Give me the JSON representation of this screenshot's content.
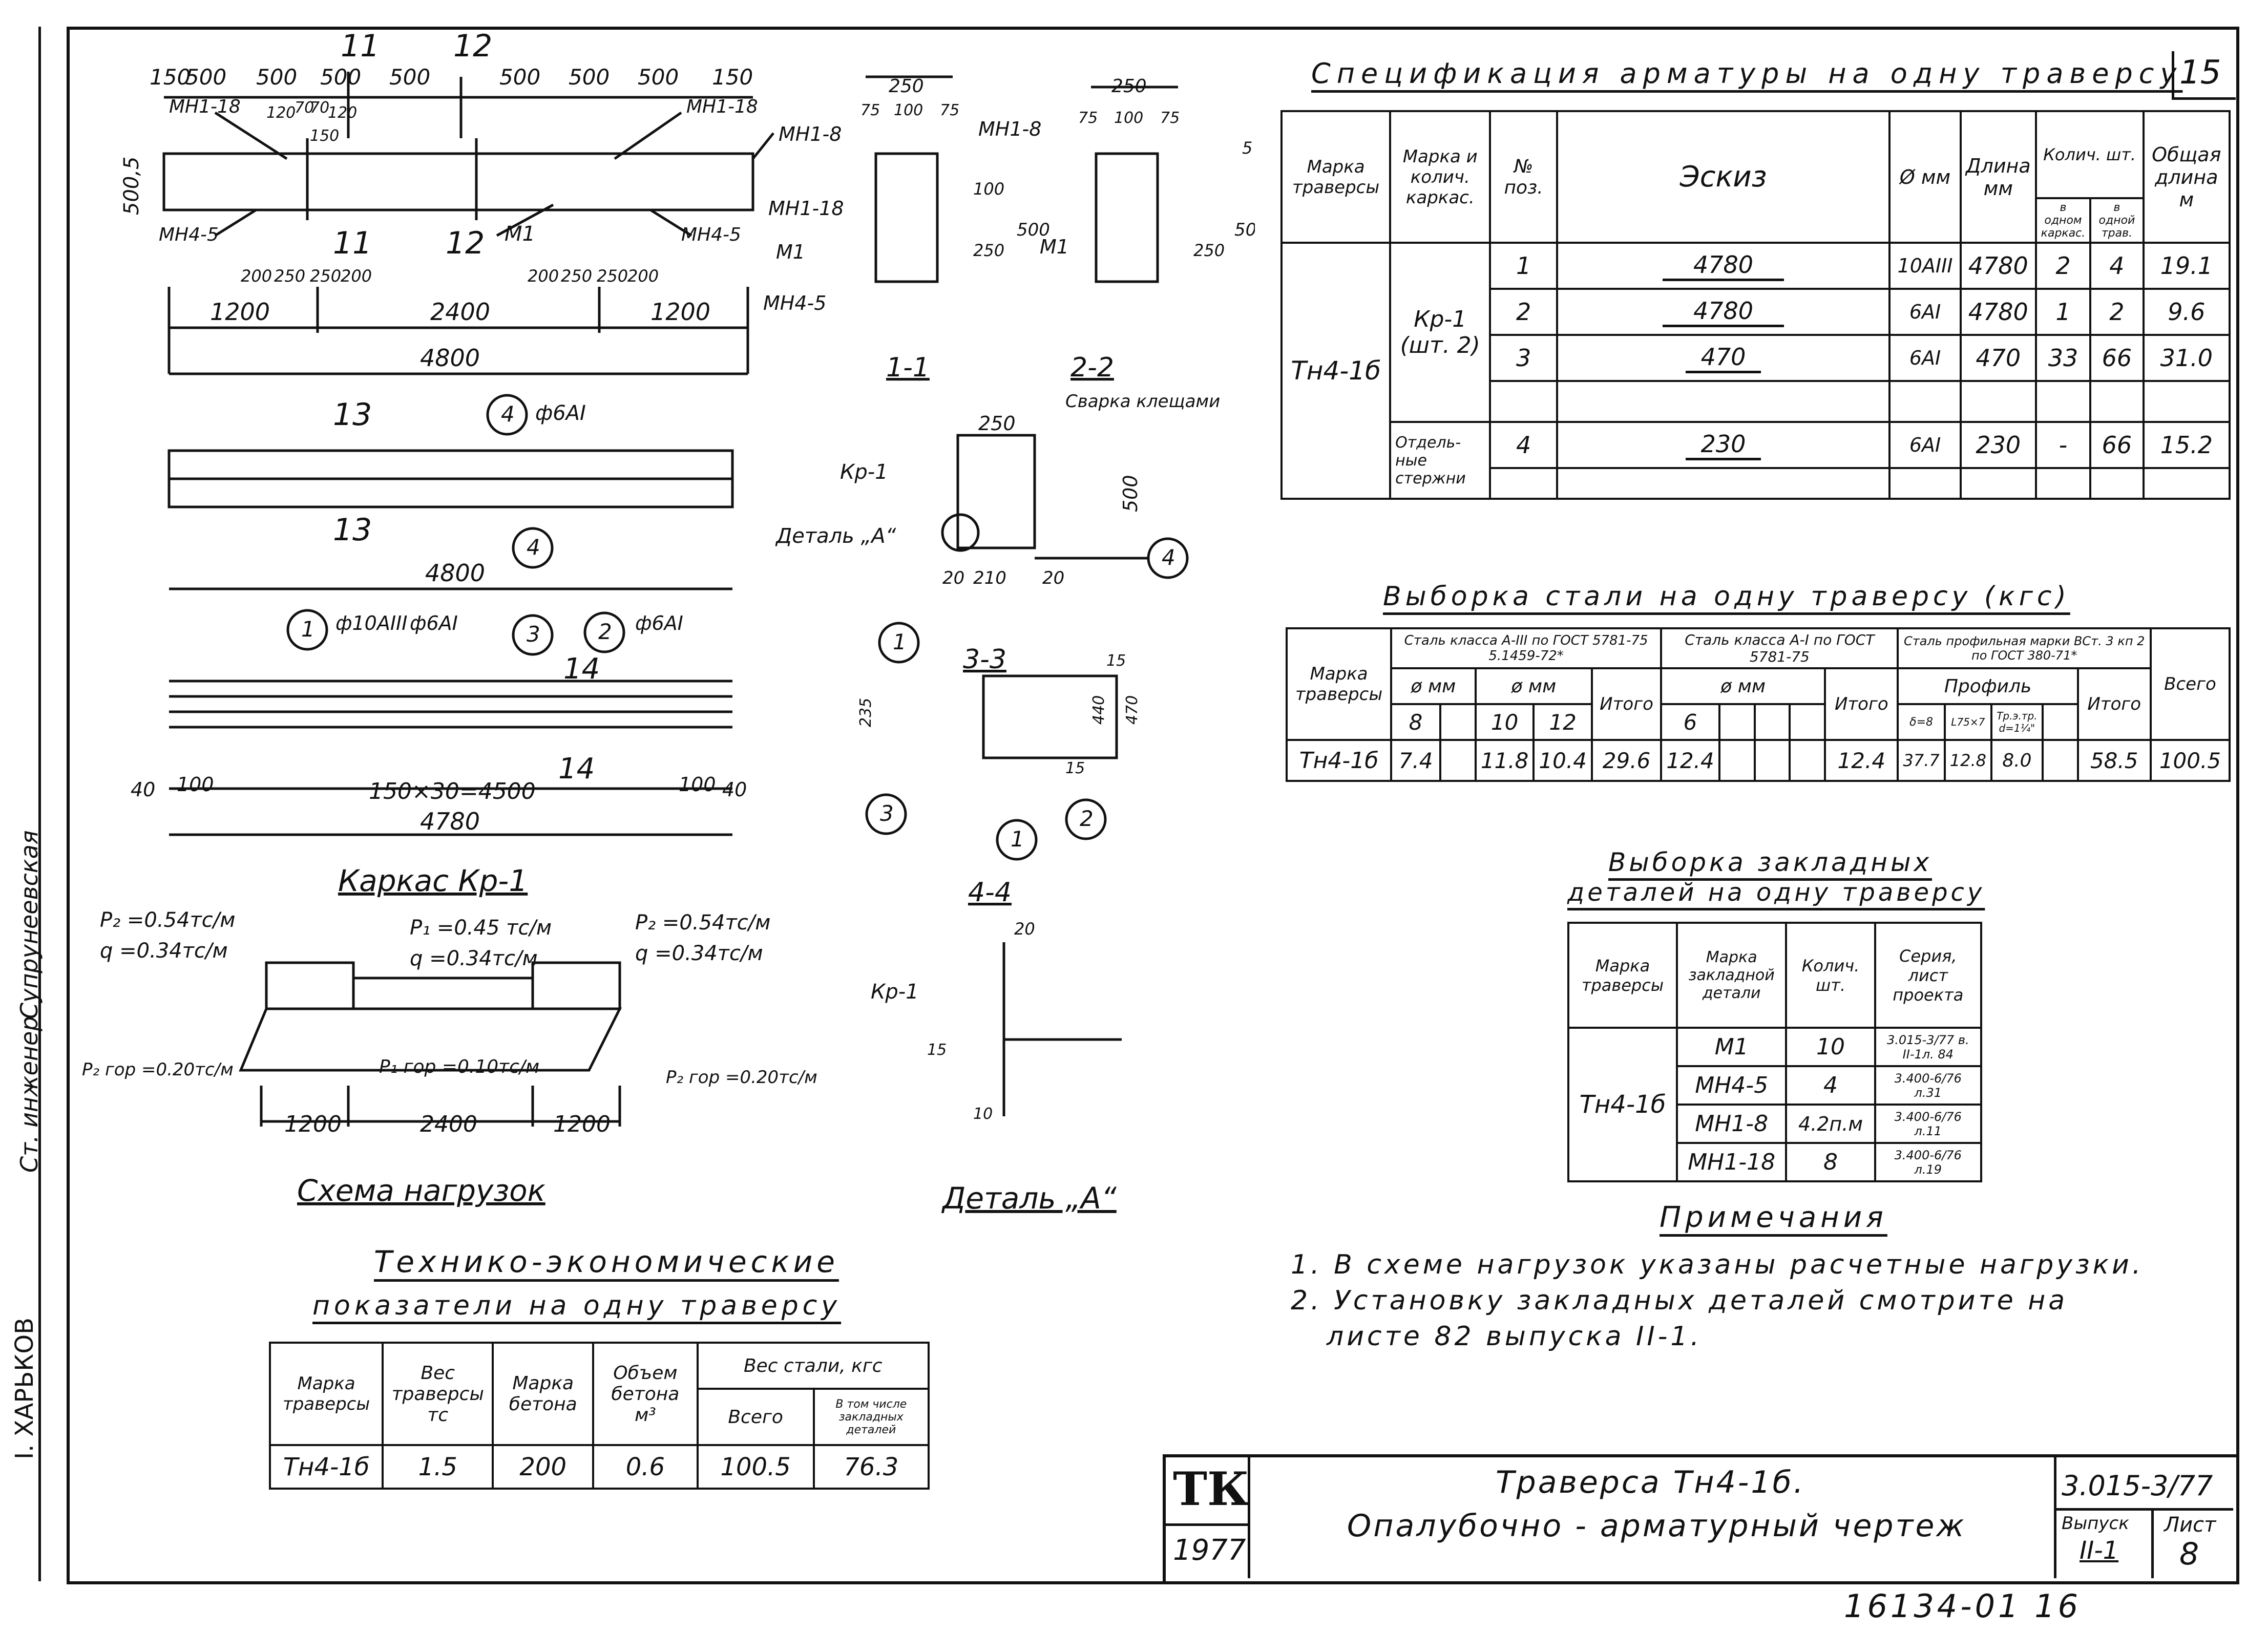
{
  "sheet": {
    "sheet_no_corner": "15",
    "archive_number": "16134-01 16",
    "left_margin": [
      "Ст. инженер",
      "Супрунеевская",
      "I. ХАРЬКОВ"
    ]
  },
  "drawings": {
    "top_dims": [
      "150",
      "500",
      "500",
      "500",
      "500",
      "500",
      "500",
      "500",
      "150"
    ],
    "top_small_dims": [
      "120",
      "70",
      "70",
      "120",
      "150"
    ],
    "section_labels": [
      "11",
      "12",
      "11",
      "12"
    ],
    "beam_labels": [
      "МН1-18",
      "МН1-18",
      "МН4-5",
      "МН4-5",
      "М1"
    ],
    "beam_bottom_small": [
      "200",
      "250",
      "250",
      "200",
      "200",
      "250",
      "250",
      "200"
    ],
    "beam_dims": [
      "1200",
      "2400",
      "1200",
      "4800"
    ],
    "beam_height": "500,5",
    "section_small": {
      "dims": [
        "250",
        "75",
        "100",
        "75"
      ],
      "labels": [
        "МН1-8",
        "МН1-18",
        "М1",
        "МН4-5"
      ],
      "heights": [
        "100",
        "250",
        "500"
      ]
    },
    "section_right": {
      "dims": [
        "250",
        "75",
        "100",
        "75"
      ],
      "labels": [
        "МН1-8",
        "М1"
      ],
      "heights": [
        "5",
        "250",
        "500"
      ]
    },
    "kr_frame": {
      "label13": "13",
      "bar4": "4",
      "diam": "ф6АI",
      "length": "4800"
    },
    "kr_rebars": {
      "bars": [
        "1",
        "3",
        "2"
      ],
      "diams": [
        "ф10АIII",
        "ф6АI",
        "ф6АI"
      ],
      "label14": "14",
      "dims": [
        "40",
        "100",
        "150×30=4500",
        "100",
        "40"
      ],
      "length": "4780"
    },
    "kr_title": "Каркас Кр-1",
    "loads": {
      "p2_left": "P₂ =0.54тс/м",
      "q_left": "q =0.34тс/м",
      "p1": "P₁ =0.45 тс/м",
      "q_mid": "q =0.34тс/м",
      "p2_right": "P₂ =0.54тс/м",
      "q_right": "q =0.34тс/м",
      "p2gor_left": "P₂ гор =0.20тс/м",
      "p1gor": "P₁ гор =0.10тс/м",
      "p2gor_right": "P₂ гор =0.20тс/м",
      "dims": [
        "1200",
        "2400",
        "1200"
      ],
      "title": "Схема нагрузок"
    },
    "sec11": {
      "title": "1-1",
      "label": "Кр-1",
      "detail": "Деталь „А“",
      "dims": [
        "20",
        "210",
        "20"
      ],
      "top": "250",
      "h": "500"
    },
    "sec22": {
      "title": "2-2",
      "weld": "Сварка клещами",
      "bar": "4"
    },
    "sec33": {
      "title": "3-3",
      "dims": [
        "15",
        "440",
        "470",
        "235",
        "15"
      ],
      "bars": [
        "1",
        "3",
        "1",
        "2"
      ]
    },
    "sec44": {
      "title": "4-4",
      "label": "Кр-1",
      "dims": [
        "20",
        "15",
        "10"
      ]
    },
    "detail_title": "Деталь „А“"
  },
  "spec": {
    "title": "Спецификация арматуры на одну траверсу",
    "headers": [
      "Марка траверсы",
      "Марка и колич. каркас.",
      "№ поз.",
      "Эскиз",
      "Ø мм",
      "Длина мм",
      "Колич. шт.",
      "в одном каркас.",
      "в одной трав.",
      "Общая длина м"
    ],
    "mark": "Тн4-1б",
    "frame": "Кр-1 (шт. 2)",
    "separate": "Отдель- ные стержни",
    "rows": [
      {
        "pos": "1",
        "sketch": "4780",
        "d": "10АIII",
        "len": "4780",
        "n1": "2",
        "n2": "4",
        "total": "19.1"
      },
      {
        "pos": "2",
        "sketch": "4780",
        "d": "6АI",
        "len": "4780",
        "n1": "1",
        "n2": "2",
        "total": "9.6"
      },
      {
        "pos": "3",
        "sketch": "470",
        "d": "6АI",
        "len": "470",
        "n1": "33",
        "n2": "66",
        "total": "31.0"
      },
      {
        "pos": "4",
        "sketch": "230",
        "d": "6АI",
        "len": "230",
        "n1": "-",
        "n2": "66",
        "total": "15.2"
      }
    ]
  },
  "steel": {
    "title": "Выборка стали на одну траверсу (кгс)",
    "h_mark": "Марка траверсы",
    "g1": "Сталь класса А-III по ГОСТ 5781-75 5.1459-72*",
    "g2": "Сталь класса А-I по ГОСТ 5781-75",
    "g3": "Сталь профильная марки ВСт. 3 кп 2 по ГОСТ 380-71*",
    "d_mm": "ø мм",
    "profile": "Профиль",
    "subs": [
      "8",
      "10",
      "12",
      "6",
      "δ=8",
      "L75×7",
      "Тр.э.тр. d=1¼\""
    ],
    "itogo": "Итого",
    "vsego": "Всего",
    "row": {
      "mark": "Тн4-1б",
      "v8": "7.4",
      "v10": "11.8",
      "v12": "10.4",
      "it1": "29.6",
      "v6": "12.4",
      "it2": "12.4",
      "p1": "37.7",
      "p2": "12.8",
      "p3": "8.0",
      "it3": "58.5",
      "all": "100.5"
    }
  },
  "embedded": {
    "title1": "Выборка закладных",
    "title2": "деталей на одну траверсу",
    "headers": [
      "Марка траверсы",
      "Марка закладной детали",
      "Колич. шт.",
      "Серия, лист проекта"
    ],
    "mark": "Тн4-1б",
    "rows": [
      {
        "part": "М1",
        "qty": "10",
        "series": "3.015-3/77 в. II-1л. 84"
      },
      {
        "part": "МН4-5",
        "qty": "4",
        "series": "3.400-6/76 л.31"
      },
      {
        "part": "МН1-8",
        "qty": "4.2п.м",
        "series": "3.400-6/76 л.11"
      },
      {
        "part": "МН1-18",
        "qty": "8",
        "series": "3.400-6/76 л.19"
      }
    ]
  },
  "notes": {
    "title": "Примечания",
    "items": [
      "1. В схеме нагрузок указаны расчетные нагрузки.",
      "2. Установку закладных деталей смотрите на",
      "листе 82 выпуска II-1."
    ]
  },
  "tech": {
    "title1": "Технико-экономические",
    "title2": "показатели на одну траверсу",
    "headers": [
      "Марка траверсы",
      "Вес траверсы тс",
      "Марка бетона",
      "Объем бетона м³",
      "Вес стали, кгс",
      "Всего",
      "В том числе закладных деталей"
    ],
    "row": {
      "mark": "Тн4-1б",
      "w": "1.5",
      "b": "200",
      "v": "0.6",
      "s": "100.5",
      "e": "76.3"
    }
  },
  "titleblock": {
    "logo": "ТК",
    "year": "1977",
    "title1": "Траверса Тн4-1б.",
    "title2": "Опалубочно - арматурный чертеж",
    "series": "3.015-3/77",
    "vyp_label": "Выпуск",
    "vyp": "II-1",
    "list_label": "Лист",
    "list": "8"
  }
}
